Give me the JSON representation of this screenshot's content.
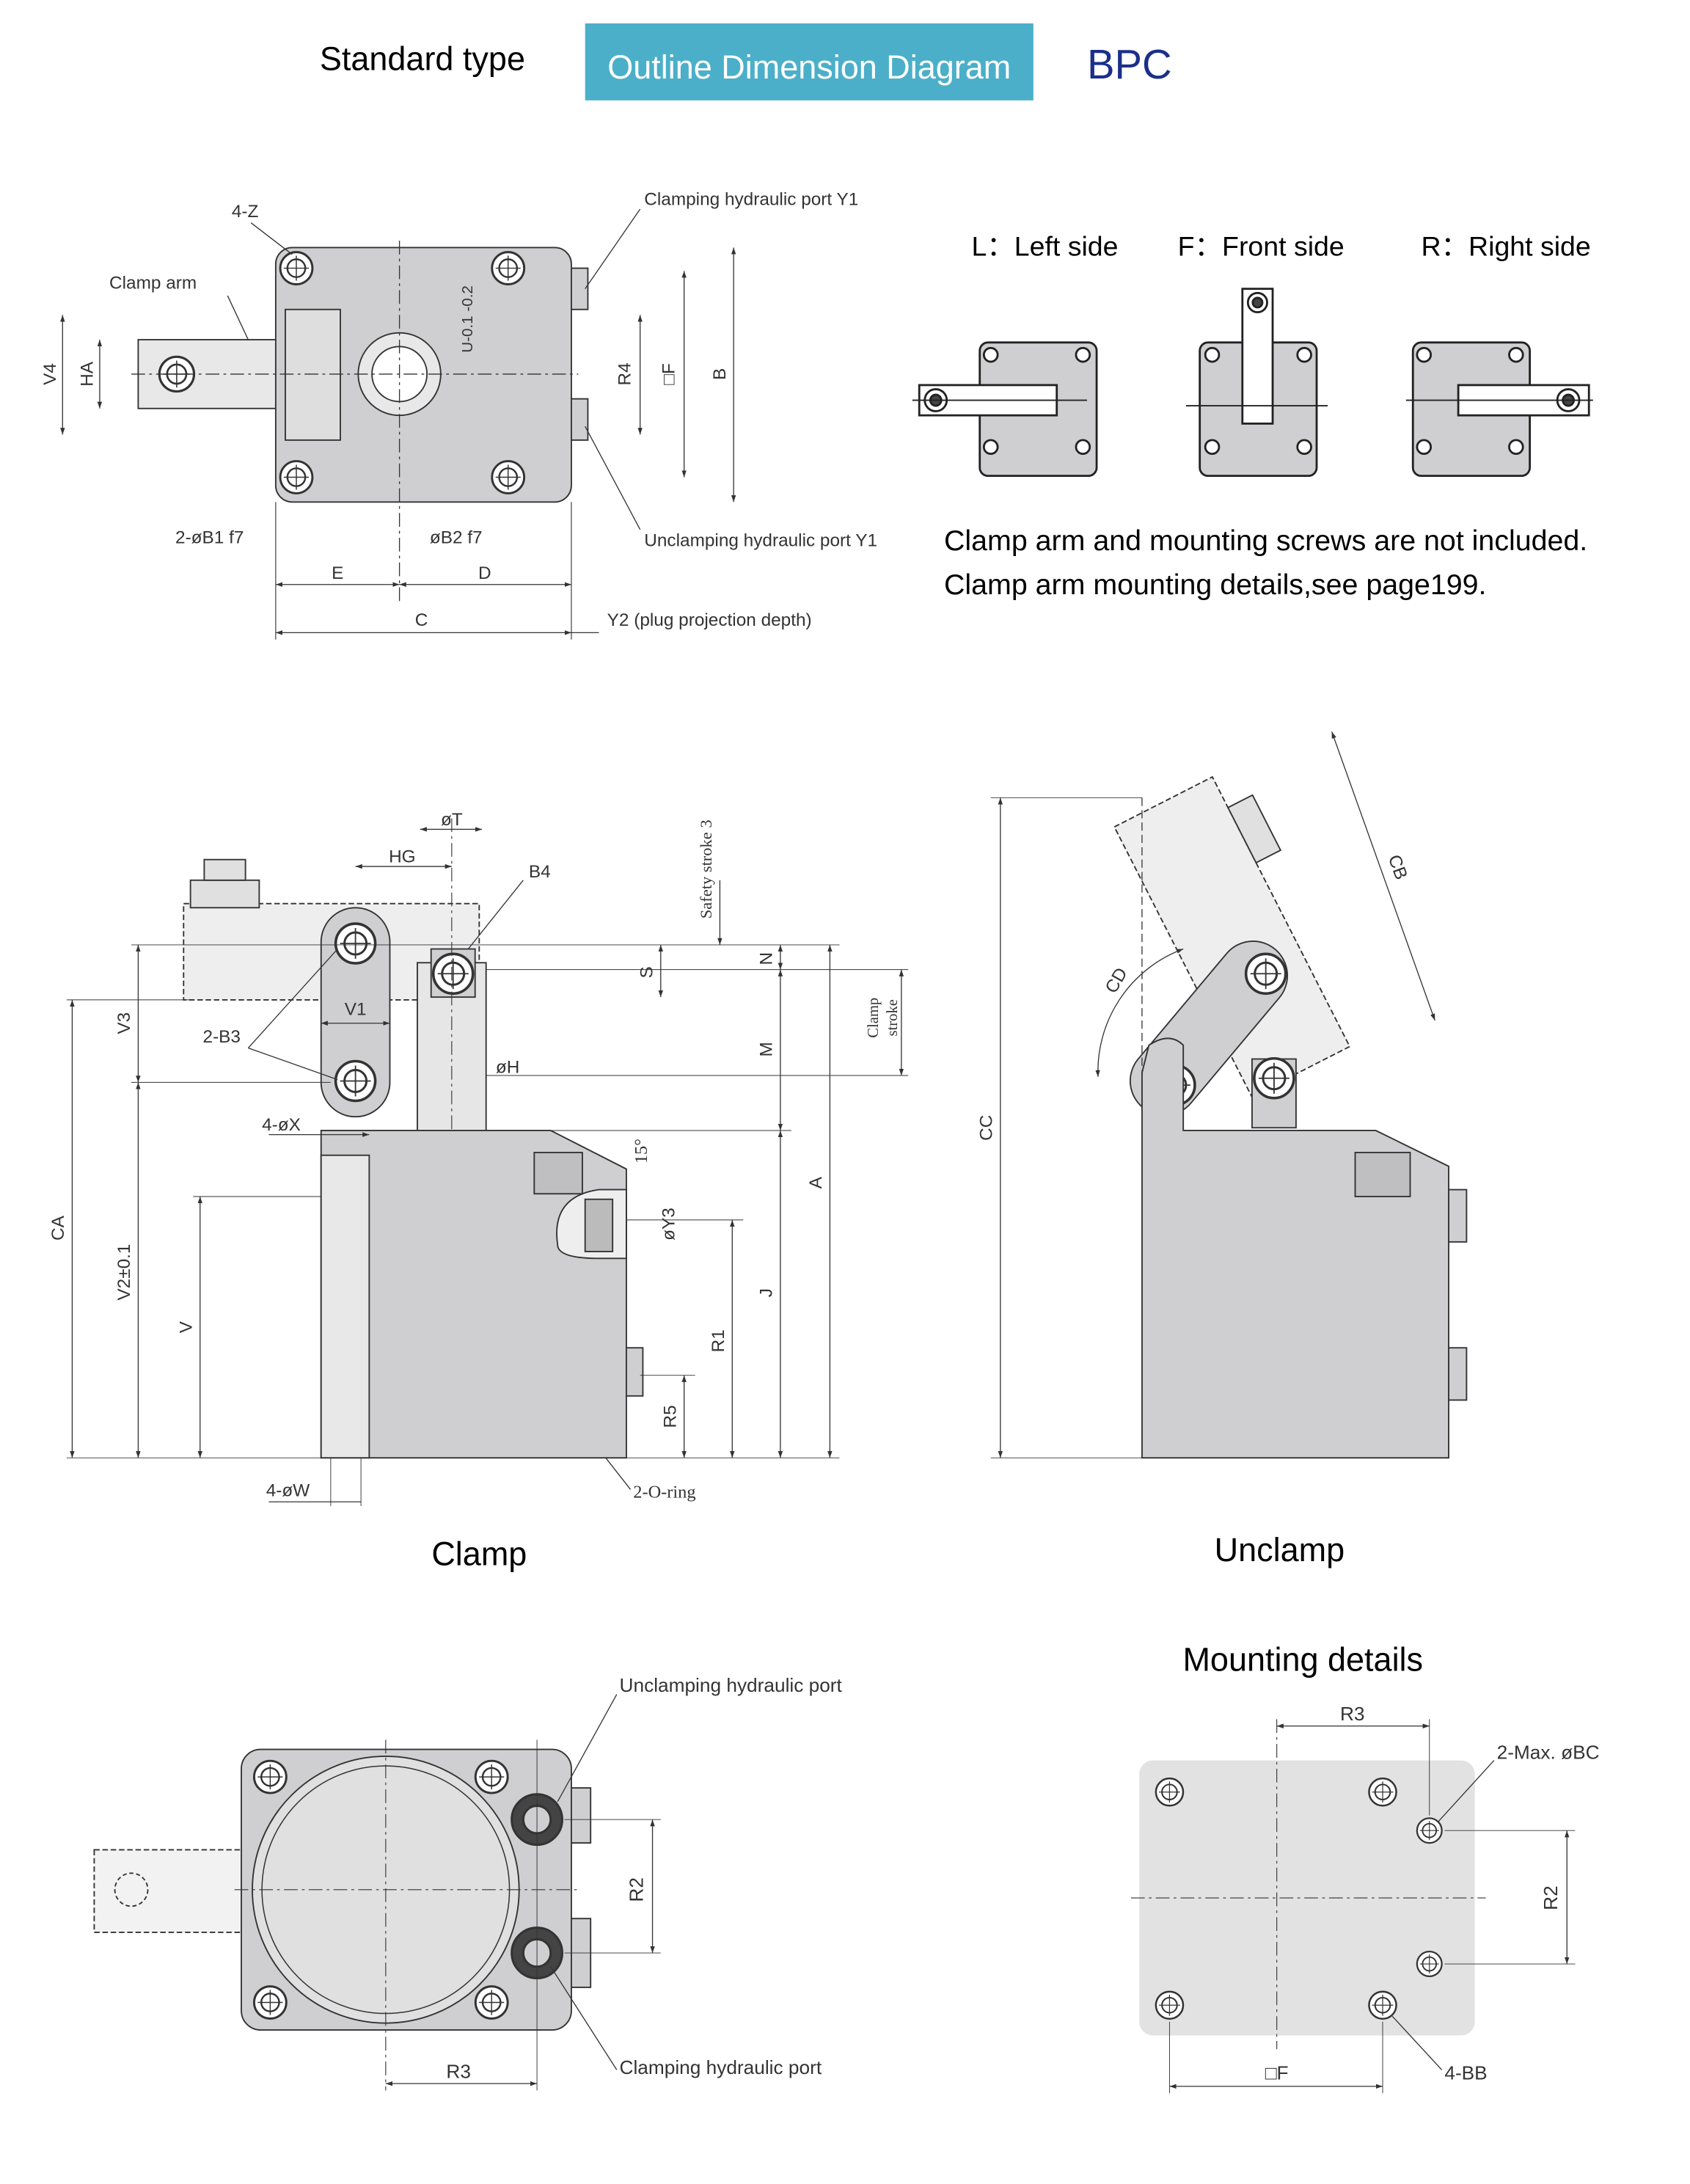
{
  "header": {
    "standard_type": "Standard type",
    "outline_badge": "Outline Dimension Diagram",
    "model": "BPC"
  },
  "colors": {
    "badge_bg": "#4BAFC9",
    "badge_text": "#FFFFFF",
    "model_text": "#1B2F8A",
    "body_fill": "#CFCFD1",
    "arm_fill": "#E8E8E8",
    "stroke": "#333333"
  },
  "top_view": {
    "label_4z": "4-Z",
    "clamp_arm": "Clamp arm",
    "clamping_port_y1": "Clamping hydraulic port Y1",
    "unclamping_port_y1": "Unclamping hydraulic port Y1",
    "v4": "V4",
    "ha": "HA",
    "u_tol": "U-0.1 -0.2",
    "r4": "R4",
    "f": "□F",
    "b": "B",
    "b1": "2-øB1 f7",
    "b2": "øB2 f7",
    "e": "E",
    "d": "D",
    "c": "C",
    "y2": "Y2 (plug projection depth)"
  },
  "orientation": {
    "left": "L：Left side",
    "front": "F：Front side",
    "right": "R：Right side",
    "note1": "Clamp arm and mounting screws are not included.",
    "note2": "Clamp arm mounting details,see page199."
  },
  "clamp_view": {
    "caption": "Clamp",
    "t": "øT",
    "hg": "HG",
    "safety": "Safety stroke 3",
    "b4": "B4",
    "v3": "V3",
    "v1": "V1",
    "b3": "2-B3",
    "s": "S",
    "n": "N",
    "m": "M",
    "clamp_stroke_1": "Clamp",
    "clamp_stroke_2": "stroke",
    "h": "øH",
    "x": "4-øX",
    "angle": "15°",
    "y3": "øY3",
    "a": "A",
    "ca": "CA",
    "v2": "V2±0.1",
    "v": "V",
    "j": "J",
    "r1": "R1",
    "r5": "R5",
    "w": "4-øW",
    "oring": "2-O-ring"
  },
  "unclamp_view": {
    "caption": "Unclamp",
    "cc": "CC",
    "cb": "CB",
    "cd": "CD"
  },
  "bottom_view": {
    "unclamping_port": "Unclamping hydraulic port",
    "clamping_port": "Clamping hydraulic port",
    "r2": "R2",
    "r3": "R3"
  },
  "mounting": {
    "title": "Mounting details",
    "r3": "R3",
    "bc": "2-Max. øBC",
    "r2": "R2",
    "f": "□F",
    "bb": "4-BB"
  }
}
